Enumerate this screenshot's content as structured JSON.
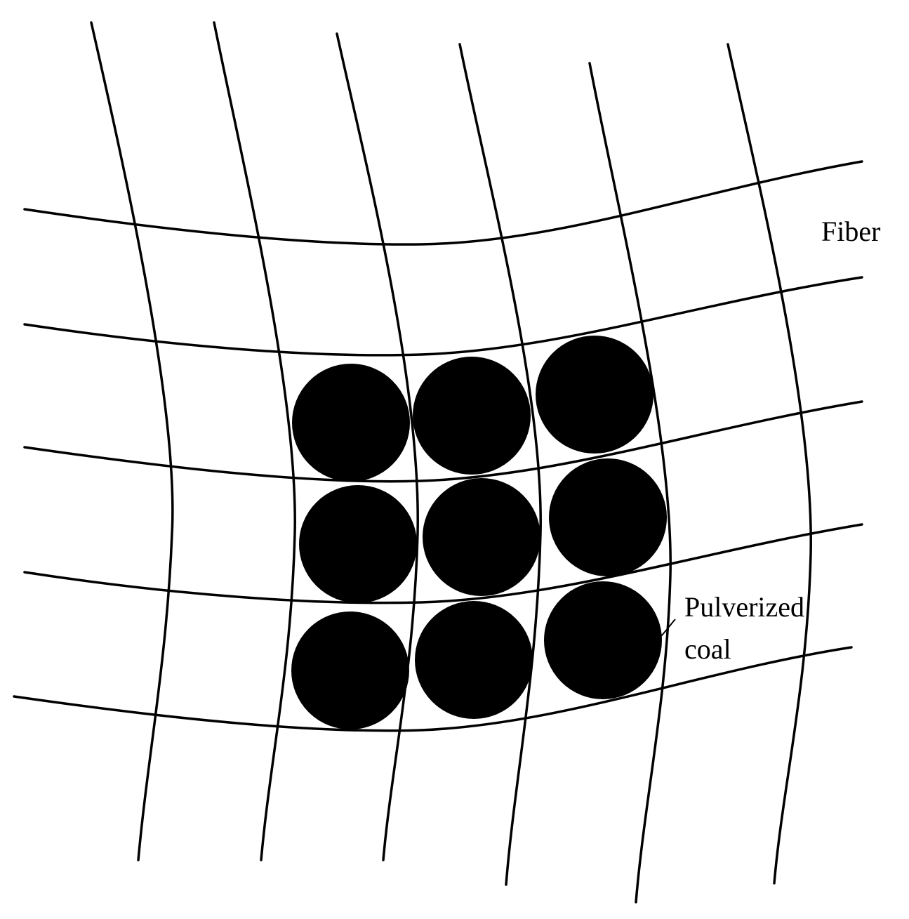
{
  "labels": {
    "fiber": "Fiber",
    "pulverized_coal_line1": "Pulverized",
    "pulverized_coal_line2": "coal"
  },
  "colors": {
    "line": "#000000",
    "particle": "#000000",
    "background": "#ffffff"
  },
  "structure": {
    "vertical_fibers": 6,
    "horizontal_fibers": 5,
    "coal_particles": 9,
    "particle_arrangement": "3x3 grid"
  }
}
